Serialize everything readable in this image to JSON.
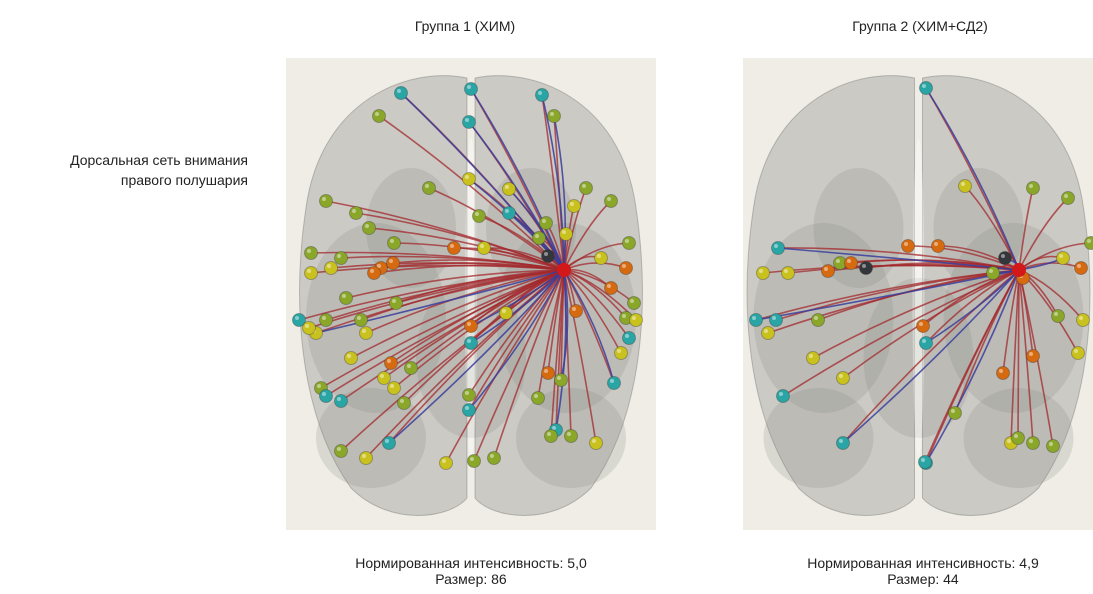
{
  "row_label": {
    "line1": "Дорсальная сеть внимания",
    "line2": "правого полушария"
  },
  "groups": [
    {
      "title": "Группа 1 (ХИМ)",
      "intensity_text": "Нормированная интенсивность: 5,0",
      "size_text": "Размер: 86"
    },
    {
      "title": "Группа 2 (ХИМ+СД2)",
      "intensity_text": "Нормированная интенсивность: 4,9",
      "size_text": "Размер: 44"
    }
  ],
  "colors": {
    "panel_bg": "#efede6",
    "brain": "#8a8a86",
    "edge_red": "#a3282c",
    "edge_blue": "#3a3e9c",
    "node_teal": "#2aa5a5",
    "node_green": "#8aa72a",
    "node_yellow": "#c9c21e",
    "node_orange": "#d66a10",
    "node_red": "#d21818",
    "node_dark": "#33363a"
  }
}
